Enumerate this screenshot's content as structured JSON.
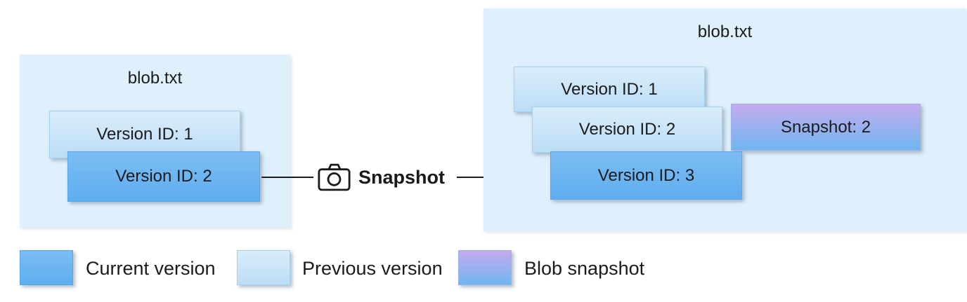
{
  "left_panel": {
    "title": "blob.txt",
    "cards": [
      {
        "label": "Version ID: 1",
        "type": "previous"
      },
      {
        "label": "Version ID: 2",
        "type": "current"
      }
    ]
  },
  "snapshot_action": {
    "label": "Snapshot",
    "icon": "camera-icon"
  },
  "right_panel": {
    "title": "blob.txt",
    "cards": [
      {
        "label": "Version ID: 1",
        "type": "previous"
      },
      {
        "label": "Version ID: 2",
        "type": "previous"
      },
      {
        "label": "Snapshot: 2",
        "type": "snapshot"
      },
      {
        "label": "Version ID: 3",
        "type": "current"
      }
    ]
  },
  "legend": {
    "items": [
      {
        "label": "Current version",
        "type": "current"
      },
      {
        "label": "Previous version",
        "type": "previous"
      },
      {
        "label": "Blob snapshot",
        "type": "snapshot"
      }
    ]
  },
  "colors": {
    "panel_background": "#def0fb",
    "current_version": "#68b3f0",
    "previous_version": "#c7e3f8",
    "snapshot_purple": "#c2a9ed",
    "snapshot_blue": "#6fb6f0",
    "arrow": "#1a1a1a"
  }
}
